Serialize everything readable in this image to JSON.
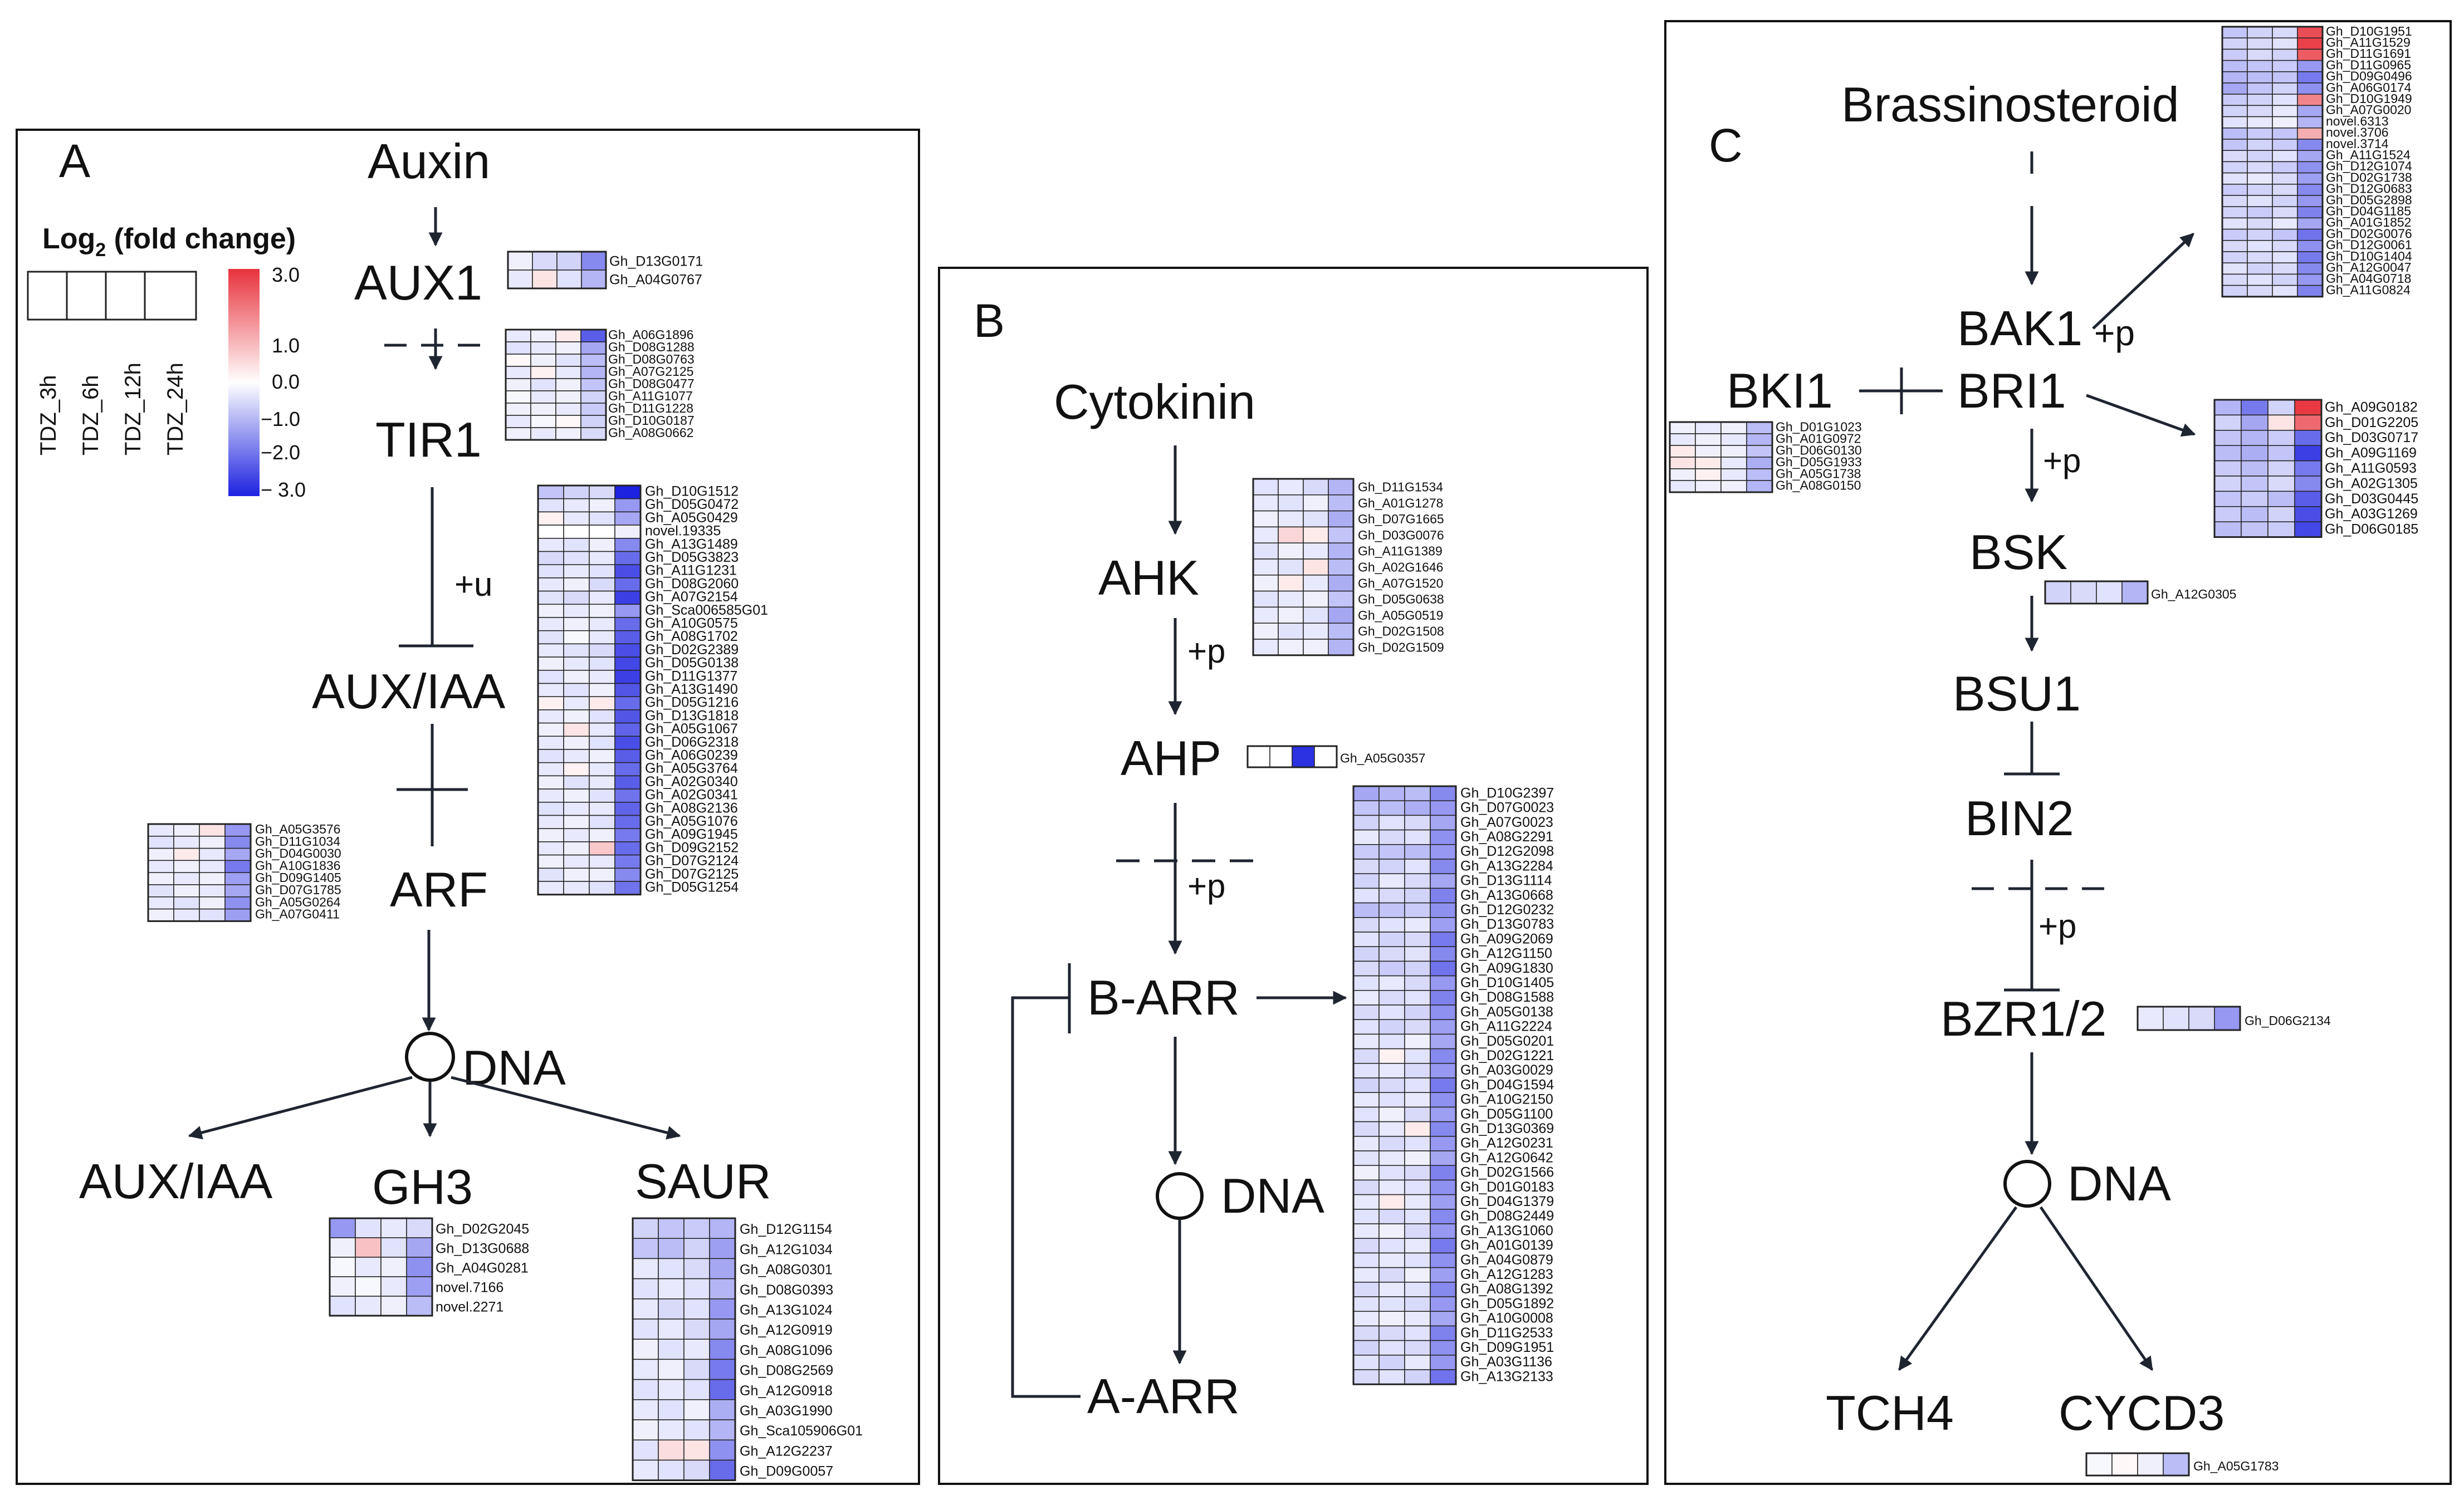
{
  "panels": {
    "A": {
      "letter": "A"
    },
    "B": {
      "letter": "B"
    },
    "C": {
      "letter": "C"
    }
  },
  "legend": {
    "title_main": "Log",
    "title_sub": "2",
    "title_rest": " (fold change)",
    "ticks": [
      "3.0",
      "1.0",
      "0.0",
      "−1.0",
      "−2.0",
      "− 3.0"
    ],
    "conditions": [
      "TDZ_3h",
      "TDZ_6h",
      "TDZ_12h",
      "TDZ_24h"
    ],
    "colors": {
      "high": "#e8323c",
      "mid": "#ffffff",
      "low": "#1d22e0"
    }
  },
  "nodes": {
    "auxin": "Auxin",
    "aux1": "AUX1",
    "tir1": "TIR1",
    "aux_iaa": "AUX/IAA",
    "arf": "ARF",
    "dna_a": "DNA",
    "aux_iaa_out": "AUX/IAA",
    "gh3": "GH3",
    "saur": "SAUR",
    "cytokinin": "Cytokinin",
    "ahk": "AHK",
    "ahp": "AHP",
    "b_arr": "B-ARR",
    "dna_b": "DNA",
    "a_arr": "A-ARR",
    "brassinosteroid": "Brassinosteroid",
    "bak1": "BAK1",
    "bri1": "BRI1",
    "bki1": "BKI1",
    "bsk": "BSK",
    "bsu1": "BSU1",
    "bin2": "BIN2",
    "bzr": "BZR1/2",
    "dna_c": "DNA",
    "tch4": "TCH4",
    "cycd3": "CYCD3"
  },
  "edge_labels": {
    "u_tir1": "+u",
    "p_ahk": "+p",
    "p_ahp": "+p",
    "p_bak1": "+p",
    "p_bri1": "+p",
    "p_bin2": "+p"
  },
  "heatmaps": {
    "aux1": {
      "genes": [
        "Gh_D13G0171",
        "Gh_A04G0767"
      ],
      "values": [
        [
          -0.2,
          -0.5,
          -0.6,
          -1.6
        ],
        [
          -0.3,
          0.4,
          -0.4,
          -1.0
        ]
      ]
    },
    "tir1": {
      "genes": [
        "Gh_A06G1896",
        "Gh_D08G1288",
        "Gh_D08G0763",
        "Gh_A07G2125",
        "Gh_D08G0477",
        "Gh_A11G1077",
        "Gh_D11G1228",
        "Gh_D10G0187",
        "Gh_A08G0662"
      ],
      "values": [
        [
          -0.3,
          -0.2,
          0.3,
          -2.2
        ],
        [
          -0.4,
          -0.3,
          -0.2,
          -1.2
        ],
        [
          0.1,
          -0.2,
          -0.4,
          -0.9
        ],
        [
          -0.3,
          0.2,
          -0.3,
          -1.0
        ],
        [
          -0.2,
          -0.4,
          -0.2,
          -0.8
        ],
        [
          -0.1,
          -0.3,
          -0.2,
          -0.6
        ],
        [
          -0.2,
          -0.2,
          -0.3,
          -0.7
        ],
        [
          -0.3,
          -0.1,
          0.1,
          -0.6
        ],
        [
          -0.2,
          -0.3,
          -0.2,
          -0.5
        ]
      ]
    },
    "aux_iaa": {
      "genes": [
        "Gh_D10G1512",
        "Gh_D05G0472",
        "Gh_A05G0429",
        "novel.19335",
        "Gh_A13G1489",
        "Gh_D05G3823",
        "Gh_A11G1231",
        "Gh_D08G2060",
        "Gh_A07G2154",
        "Gh_Sca006585G01",
        "Gh_A10G0575",
        "Gh_A08G1702",
        "Gh_D02G2389",
        "Gh_D05G0138",
        "Gh_D11G1377",
        "Gh_A13G1490",
        "Gh_D05G1216",
        "Gh_D13G1818",
        "Gh_A05G1067",
        "Gh_D06G2318",
        "Gh_A06G0239",
        "Gh_A05G3764",
        "Gh_A02G0340",
        "Gh_A02G0341",
        "Gh_A08G2136",
        "Gh_A05G1076",
        "Gh_A09G1945",
        "Gh_D09G2152",
        "Gh_D07G2124",
        "Gh_D07G2125",
        "Gh_D05G1254"
      ],
      "values": [
        [
          -0.8,
          -0.6,
          -0.5,
          -3.0
        ],
        [
          -0.4,
          -0.3,
          -0.2,
          -1.4
        ],
        [
          0.2,
          -0.3,
          -0.4,
          -1.2
        ],
        [
          0.0,
          0.0,
          0.0,
          -0.2
        ],
        [
          -0.3,
          -0.4,
          -0.2,
          -1.6
        ],
        [
          -0.5,
          -0.4,
          -0.3,
          -2.0
        ],
        [
          -0.4,
          -0.3,
          -0.4,
          -2.4
        ],
        [
          -0.3,
          -0.2,
          -0.5,
          -2.0
        ],
        [
          -0.4,
          -0.5,
          -0.3,
          -2.6
        ],
        [
          -0.2,
          -0.3,
          -0.2,
          -1.4
        ],
        [
          -0.3,
          -0.2,
          -0.3,
          -2.0
        ],
        [
          -0.4,
          -0.1,
          -0.3,
          -2.2
        ],
        [
          -0.3,
          -0.4,
          -0.5,
          -2.4
        ],
        [
          -0.2,
          -0.3,
          -0.4,
          -2.5
        ],
        [
          -0.4,
          -0.2,
          -0.3,
          -2.6
        ],
        [
          -0.3,
          -0.4,
          -0.2,
          -2.3
        ],
        [
          0.2,
          -0.3,
          0.3,
          -2.0
        ],
        [
          -0.3,
          -0.2,
          -0.4,
          -2.3
        ],
        [
          -0.2,
          0.4,
          -0.3,
          -2.1
        ],
        [
          -0.3,
          -0.2,
          -0.4,
          -2.4
        ],
        [
          -0.4,
          -0.3,
          -0.2,
          -2.2
        ],
        [
          -0.3,
          0.2,
          -0.3,
          -2.0
        ],
        [
          -0.2,
          -0.4,
          -0.3,
          -2.2
        ],
        [
          -0.3,
          -0.2,
          -0.4,
          -1.9
        ],
        [
          -0.4,
          -0.3,
          -0.3,
          -2.1
        ],
        [
          -0.3,
          -0.2,
          -0.4,
          -2.0
        ],
        [
          -0.2,
          -0.3,
          -0.2,
          -1.8
        ],
        [
          -0.3,
          -0.2,
          0.8,
          -2.0
        ],
        [
          -0.2,
          -0.3,
          -0.3,
          -1.8
        ],
        [
          -0.4,
          -0.2,
          -0.2,
          -1.6
        ],
        [
          -0.3,
          -0.3,
          -0.4,
          -1.9
        ]
      ]
    },
    "arf": {
      "genes": [
        "Gh_A05G3576",
        "Gh_D11G1034",
        "Gh_D04G0030",
        "Gh_A10G1836",
        "Gh_D09G1405",
        "Gh_D07G1785",
        "Gh_A05G0264",
        "Gh_A07G0411"
      ],
      "values": [
        [
          -0.3,
          -0.2,
          0.4,
          -1.4
        ],
        [
          -0.4,
          -0.3,
          -0.2,
          -1.6
        ],
        [
          -0.2,
          0.3,
          -0.3,
          -1.2
        ],
        [
          -0.3,
          -0.2,
          -0.3,
          -1.8
        ],
        [
          -0.2,
          -0.3,
          -0.2,
          -1.3
        ],
        [
          -0.4,
          -0.2,
          -0.3,
          -1.2
        ],
        [
          -0.3,
          -0.4,
          -0.2,
          -1.5
        ],
        [
          -0.2,
          -0.3,
          -0.4,
          -1.3
        ]
      ]
    },
    "gh3": {
      "genes": [
        "Gh_D02G2045",
        "Gh_D13G0688",
        "Gh_A04G0281",
        "novel.7166",
        "novel.2271"
      ],
      "values": [
        [
          -1.4,
          -0.4,
          -0.3,
          -0.5
        ],
        [
          -0.2,
          0.9,
          -0.4,
          -1.2
        ],
        [
          -0.1,
          -0.3,
          -0.2,
          -1.5
        ],
        [
          -0.2,
          -0.1,
          -0.3,
          -1.3
        ],
        [
          -0.4,
          -0.3,
          -0.2,
          -0.9
        ]
      ]
    },
    "saur": {
      "genes": [
        "Gh_D12G1154",
        "Gh_A12G1034",
        "Gh_A08G0301",
        "Gh_D08G0393",
        "Gh_A13G1024",
        "Gh_A12G0919",
        "Gh_A08G1096",
        "Gh_D08G2569",
        "Gh_A12G0918",
        "Gh_A03G1990",
        "Gh_Sca105906G01",
        "Gh_A12G2237",
        "Gh_D09G0057"
      ],
      "values": [
        [
          -0.6,
          -0.8,
          -0.7,
          -1.0
        ],
        [
          -0.8,
          -0.9,
          -0.6,
          -1.3
        ],
        [
          -0.3,
          -0.4,
          -0.5,
          -1.2
        ],
        [
          -0.4,
          -0.3,
          -0.4,
          -1.0
        ],
        [
          -0.3,
          -0.5,
          -0.4,
          -1.4
        ],
        [
          -0.4,
          -0.3,
          -0.5,
          -1.2
        ],
        [
          -0.2,
          -0.4,
          -0.3,
          -1.6
        ],
        [
          -0.3,
          -0.2,
          -0.5,
          -1.8
        ],
        [
          -0.4,
          -0.3,
          -0.4,
          -2.0
        ],
        [
          -0.3,
          -0.4,
          -0.2,
          -1.1
        ],
        [
          -0.2,
          -0.3,
          -0.4,
          -1.0
        ],
        [
          -0.4,
          0.5,
          0.4,
          -1.5
        ],
        [
          -0.3,
          -0.4,
          -0.5,
          -2.0
        ]
      ]
    },
    "ahk": {
      "genes": [
        "Gh_D11G1534",
        "Gh_A01G1278",
        "Gh_D07G1665",
        "Gh_D03G0076",
        "Gh_A11G1389",
        "Gh_A02G1646",
        "Gh_A07G1520",
        "Gh_D05G0638",
        "Gh_A05G0519",
        "Gh_D02G1508",
        "Gh_D02G1509"
      ],
      "values": [
        [
          -0.4,
          -0.3,
          -0.5,
          -1.0
        ],
        [
          -0.3,
          -0.4,
          -0.2,
          -0.9
        ],
        [
          -0.2,
          -0.3,
          -0.4,
          -1.1
        ],
        [
          -0.3,
          0.6,
          0.3,
          -0.8
        ],
        [
          -0.4,
          -0.2,
          -0.3,
          -1.0
        ],
        [
          -0.3,
          -0.4,
          0.4,
          -0.9
        ],
        [
          -0.2,
          0.3,
          -0.3,
          -1.1
        ],
        [
          -0.4,
          -0.3,
          -0.2,
          -0.8
        ],
        [
          -0.3,
          -0.2,
          -0.4,
          -1.2
        ],
        [
          -0.2,
          -0.4,
          -0.3,
          -0.9
        ],
        [
          -0.3,
          -0.2,
          -0.2,
          -1.0
        ]
      ]
    },
    "ahp": {
      "genes": [
        "Gh_A05G0357"
      ],
      "values": [
        [
          0.0,
          0.0,
          -2.8,
          0.0
        ]
      ]
    },
    "b_arr": {
      "genes": [
        "Gh_D10G2397",
        "Gh_D07G0023",
        "Gh_A07G0023",
        "Gh_A08G2291",
        "Gh_D12G2098",
        "Gh_A13G2284",
        "Gh_D13G1114",
        "Gh_A13G0668",
        "Gh_D12G0232",
        "Gh_D13G0783",
        "Gh_A09G2069",
        "Gh_A12G1150",
        "Gh_A09G1830",
        "Gh_D10G1405",
        "Gh_D08G1588",
        "Gh_A05G0138",
        "Gh_A11G2224",
        "Gh_D05G0201",
        "Gh_D02G1221",
        "Gh_A03G0029",
        "Gh_D04G1594",
        "Gh_A10G2150",
        "Gh_D05G1100",
        "Gh_D13G0369",
        "Gh_A12G0231",
        "Gh_A12G0642",
        "Gh_D02G1566",
        "Gh_D01G0183",
        "Gh_D04G1379",
        "Gh_D08G2449",
        "Gh_A13G1060",
        "Gh_A01G0139",
        "Gh_A04G0879",
        "Gh_A12G1283",
        "Gh_A08G1392",
        "Gh_D05G1892",
        "Gh_A10G0008",
        "Gh_D11G2533",
        "Gh_D09G1951",
        "Gh_A03G1136",
        "Gh_A13G2133"
      ],
      "values": [
        [
          -1.2,
          -1.0,
          -0.9,
          -1.6
        ],
        [
          -0.8,
          -0.9,
          -1.1,
          -1.4
        ],
        [
          -0.6,
          -0.4,
          -0.5,
          -1.2
        ],
        [
          -0.3,
          -0.5,
          -0.4,
          -1.5
        ],
        [
          -0.7,
          -0.8,
          -0.9,
          -1.4
        ],
        [
          -0.5,
          -0.6,
          -0.4,
          -1.6
        ],
        [
          -0.6,
          -0.3,
          -0.5,
          -1.2
        ],
        [
          -0.4,
          -0.5,
          -0.6,
          -1.7
        ],
        [
          -0.9,
          -0.8,
          -0.7,
          -1.5
        ],
        [
          -0.5,
          -0.4,
          -0.3,
          -1.3
        ],
        [
          -0.4,
          -0.6,
          -0.5,
          -1.8
        ],
        [
          -0.6,
          -0.5,
          -0.4,
          -1.6
        ],
        [
          -0.5,
          -0.7,
          -0.6,
          -1.9
        ],
        [
          -0.4,
          -0.3,
          -0.5,
          -1.4
        ],
        [
          -0.3,
          -0.5,
          -0.4,
          -1.7
        ],
        [
          -0.5,
          -0.4,
          -0.6,
          -1.5
        ],
        [
          -0.4,
          -0.6,
          -0.5,
          -1.3
        ],
        [
          -0.3,
          -0.4,
          -0.2,
          -1.2
        ],
        [
          -0.5,
          0.2,
          -0.4,
          -1.6
        ],
        [
          -0.4,
          -0.3,
          -0.5,
          -1.4
        ],
        [
          -0.6,
          -0.5,
          -0.4,
          -1.8
        ],
        [
          -0.3,
          -0.4,
          -0.3,
          -1.5
        ],
        [
          -0.4,
          -0.2,
          -0.5,
          -1.3
        ],
        [
          -0.5,
          -0.3,
          0.3,
          -1.6
        ],
        [
          -0.3,
          -0.5,
          -0.4,
          -1.4
        ],
        [
          -0.4,
          -0.3,
          -0.2,
          -1.2
        ],
        [
          -0.2,
          -0.4,
          -0.5,
          -1.7
        ],
        [
          -0.5,
          -0.3,
          -0.4,
          -1.5
        ],
        [
          -0.3,
          0.3,
          -0.3,
          -1.3
        ],
        [
          -0.4,
          -0.5,
          -0.4,
          -1.6
        ],
        [
          -0.3,
          -0.2,
          -0.5,
          -1.4
        ],
        [
          -0.5,
          -0.4,
          -0.3,
          -1.8
        ],
        [
          -0.4,
          -0.3,
          -0.4,
          -1.5
        ],
        [
          -0.3,
          -0.5,
          -0.2,
          -1.3
        ],
        [
          -0.5,
          -0.3,
          -0.4,
          -1.6
        ],
        [
          -0.4,
          -0.4,
          -0.5,
          -1.4
        ],
        [
          -0.3,
          -0.2,
          -0.3,
          -1.2
        ],
        [
          -0.5,
          -0.5,
          -0.4,
          -1.7
        ],
        [
          -0.6,
          -0.4,
          -0.5,
          -1.5
        ],
        [
          -0.4,
          -0.6,
          -0.3,
          -1.4
        ],
        [
          -0.5,
          -0.4,
          -0.6,
          -1.9
        ]
      ]
    },
    "bak1": {
      "genes": [
        "Gh_D10G1951",
        "Gh_A11G1529",
        "Gh_D11G1691",
        "Gh_D11G0965",
        "Gh_D09G0496",
        "Gh_A06G0174",
        "Gh_D10G1949",
        "Gh_A07G0020",
        "novel.6313",
        "novel.3706",
        "novel.3714",
        "Gh_A11G1524",
        "Gh_D12G1074",
        "Gh_D02G1738",
        "Gh_D12G0683",
        "Gh_D05G2898",
        "Gh_D04G1185",
        "Gh_A01G1852",
        "Gh_D02G0076",
        "Gh_D12G0061",
        "Gh_D10G1404",
        "Gh_A12G0047",
        "Gh_A04G0718",
        "Gh_A11G0824"
      ],
      "values": [
        [
          -0.8,
          -0.6,
          -0.5,
          2.6
        ],
        [
          -0.6,
          -0.5,
          -0.4,
          2.8
        ],
        [
          -0.7,
          -0.5,
          -0.6,
          2.4
        ],
        [
          -0.9,
          -0.8,
          -0.7,
          -1.4
        ],
        [
          -1.0,
          -0.9,
          -0.8,
          -1.8
        ],
        [
          -1.2,
          -0.8,
          -0.6,
          -1.5
        ],
        [
          -0.7,
          -0.6,
          -0.4,
          1.8
        ],
        [
          -0.6,
          -0.5,
          -0.3,
          -1.2
        ],
        [
          -0.4,
          -0.3,
          -0.2,
          -1.0
        ],
        [
          -0.9,
          -0.7,
          -0.8,
          1.2
        ],
        [
          -0.8,
          -0.6,
          -0.7,
          -1.6
        ],
        [
          -0.5,
          -0.6,
          -0.4,
          -1.2
        ],
        [
          -0.6,
          -0.5,
          -0.7,
          -1.5
        ],
        [
          -0.4,
          -0.3,
          -0.5,
          -1.3
        ],
        [
          -0.7,
          -0.6,
          -0.5,
          -1.6
        ],
        [
          -0.5,
          -0.4,
          -0.6,
          -1.4
        ],
        [
          -0.6,
          -0.7,
          -0.5,
          -1.7
        ],
        [
          -0.4,
          -0.5,
          -0.3,
          -1.2
        ],
        [
          -0.7,
          -0.6,
          -0.8,
          -1.9
        ],
        [
          -0.5,
          -0.4,
          -0.5,
          -1.5
        ],
        [
          -0.6,
          -0.5,
          -0.4,
          -1.8
        ],
        [
          -0.4,
          -0.6,
          -0.5,
          -1.6
        ],
        [
          -0.5,
          -0.4,
          -0.6,
          -1.4
        ],
        [
          -0.6,
          -0.5,
          -0.4,
          -1.7
        ]
      ]
    },
    "bri1": {
      "genes": [
        "Gh_A09G0182",
        "Gh_D01G2205",
        "Gh_D03G0717",
        "Gh_A09G1169",
        "Gh_A11G0593",
        "Gh_A02G1305",
        "Gh_D03G0445",
        "Gh_A03G1269",
        "Gh_D06G0185"
      ],
      "values": [
        [
          -1.0,
          -1.8,
          -0.6,
          2.9
        ],
        [
          -0.6,
          -1.2,
          0.4,
          2.2
        ],
        [
          -0.8,
          -1.0,
          -0.7,
          -2.0
        ],
        [
          -0.9,
          -1.1,
          -0.8,
          -2.6
        ],
        [
          -0.7,
          -0.9,
          -0.6,
          -1.8
        ],
        [
          -0.6,
          -0.8,
          -0.5,
          -1.6
        ],
        [
          -0.8,
          -0.7,
          -0.9,
          -2.2
        ],
        [
          -0.7,
          -0.9,
          -0.6,
          -2.4
        ],
        [
          -0.9,
          -0.8,
          -0.7,
          -2.5
        ]
      ]
    },
    "bki1": {
      "genes": [
        "Gh_D01G1023",
        "Gh_A01G0972",
        "Gh_D06G0130",
        "Gh_D05G1933",
        "Gh_A05G1738",
        "Gh_A08G0150"
      ],
      "values": [
        [
          -0.2,
          -0.3,
          -0.2,
          -0.9
        ],
        [
          -0.3,
          -0.2,
          -0.3,
          -1.0
        ],
        [
          0.3,
          -0.2,
          -0.2,
          -0.8
        ],
        [
          0.4,
          0.3,
          -0.3,
          -1.1
        ],
        [
          -0.2,
          0.2,
          -0.3,
          -0.9
        ],
        [
          -0.3,
          -0.2,
          -0.2,
          -1.0
        ]
      ]
    },
    "bsk": {
      "genes": [
        "Gh_A12G0305"
      ],
      "values": [
        [
          -0.6,
          -0.5,
          -0.4,
          -1.0
        ]
      ]
    },
    "bzr": {
      "genes": [
        "Gh_D06G2134"
      ],
      "values": [
        [
          -0.3,
          -0.4,
          -0.5,
          -1.4
        ]
      ]
    },
    "cycd3": {
      "genes": [
        "Gh_A05G1783"
      ],
      "values": [
        [
          -0.1,
          0.1,
          -0.2,
          -0.9
        ]
      ]
    }
  }
}
